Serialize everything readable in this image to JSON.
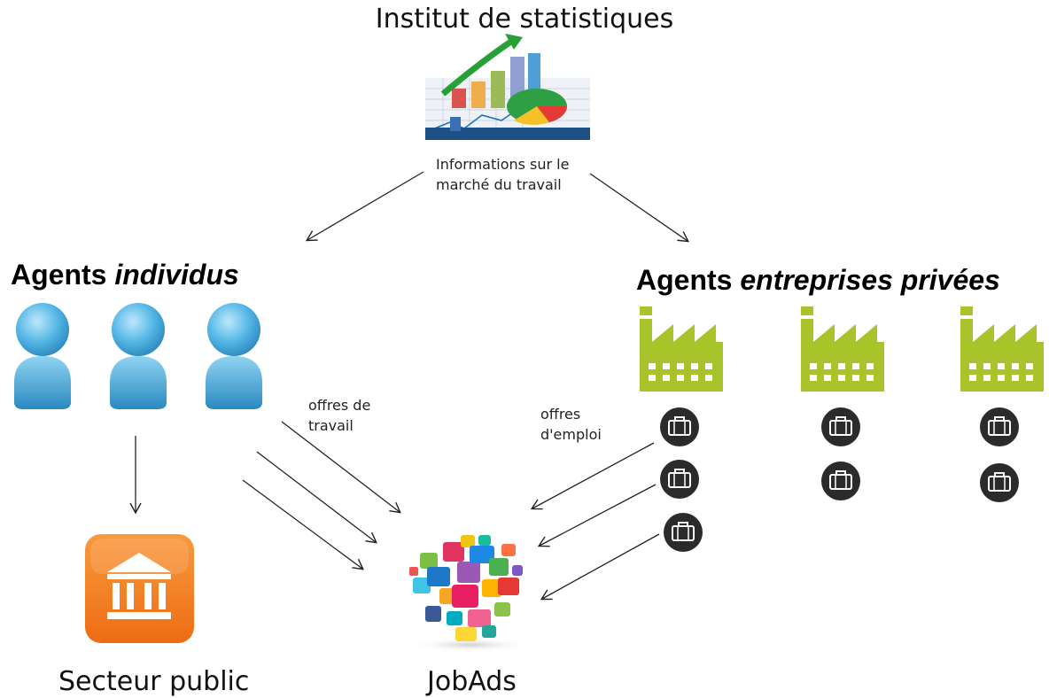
{
  "top": {
    "title": "Institut de statistiques",
    "info_label_line1": "Informations sur le",
    "info_label_line2": "marché du travail"
  },
  "left": {
    "heading_prefix": "Agents ",
    "heading_em": "individus",
    "offers_label_line1": "offres de",
    "offers_label_line2": "travail"
  },
  "right": {
    "heading_prefix": "Agents ",
    "heading_em": "entreprises privées",
    "offers_label_line1": "offres",
    "offers_label_line2": "d'emploi"
  },
  "bottom": {
    "public_label": "Secteur public",
    "jobads_label": "JobAds"
  },
  "colors": {
    "person_blue": "#4aaee0",
    "factory_green": "#a9c42a",
    "briefcase_dark": "#2b2b2b",
    "public_orange": "#f47f23"
  }
}
